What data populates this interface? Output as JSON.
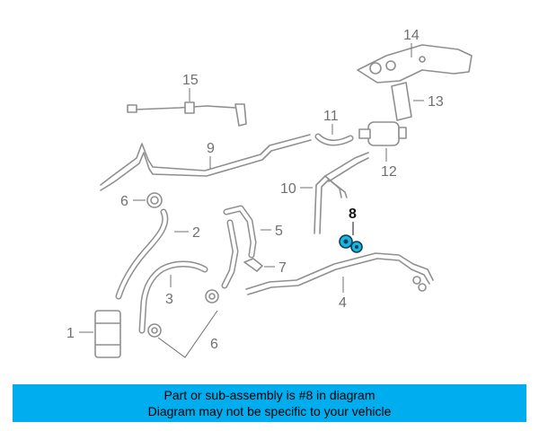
{
  "diagram": {
    "callouts": {
      "c1": "1",
      "c2": "2",
      "c3": "3",
      "c4": "4",
      "c5": "5",
      "c6a": "6",
      "c6b": "6",
      "c7": "7",
      "c8": "8",
      "c9": "9",
      "c10": "10",
      "c11": "11",
      "c12": "12",
      "c13": "13",
      "c14": "14",
      "c15": "15"
    },
    "highlighted_part": "8",
    "colors": {
      "highlight": "#16b6e0",
      "banner": "#00aeef",
      "line_art": "#8f8f8f"
    }
  },
  "banner": {
    "line1": "Part or sub-assembly is #8 in diagram",
    "line2": "Diagram may not be specific to your vehicle"
  }
}
